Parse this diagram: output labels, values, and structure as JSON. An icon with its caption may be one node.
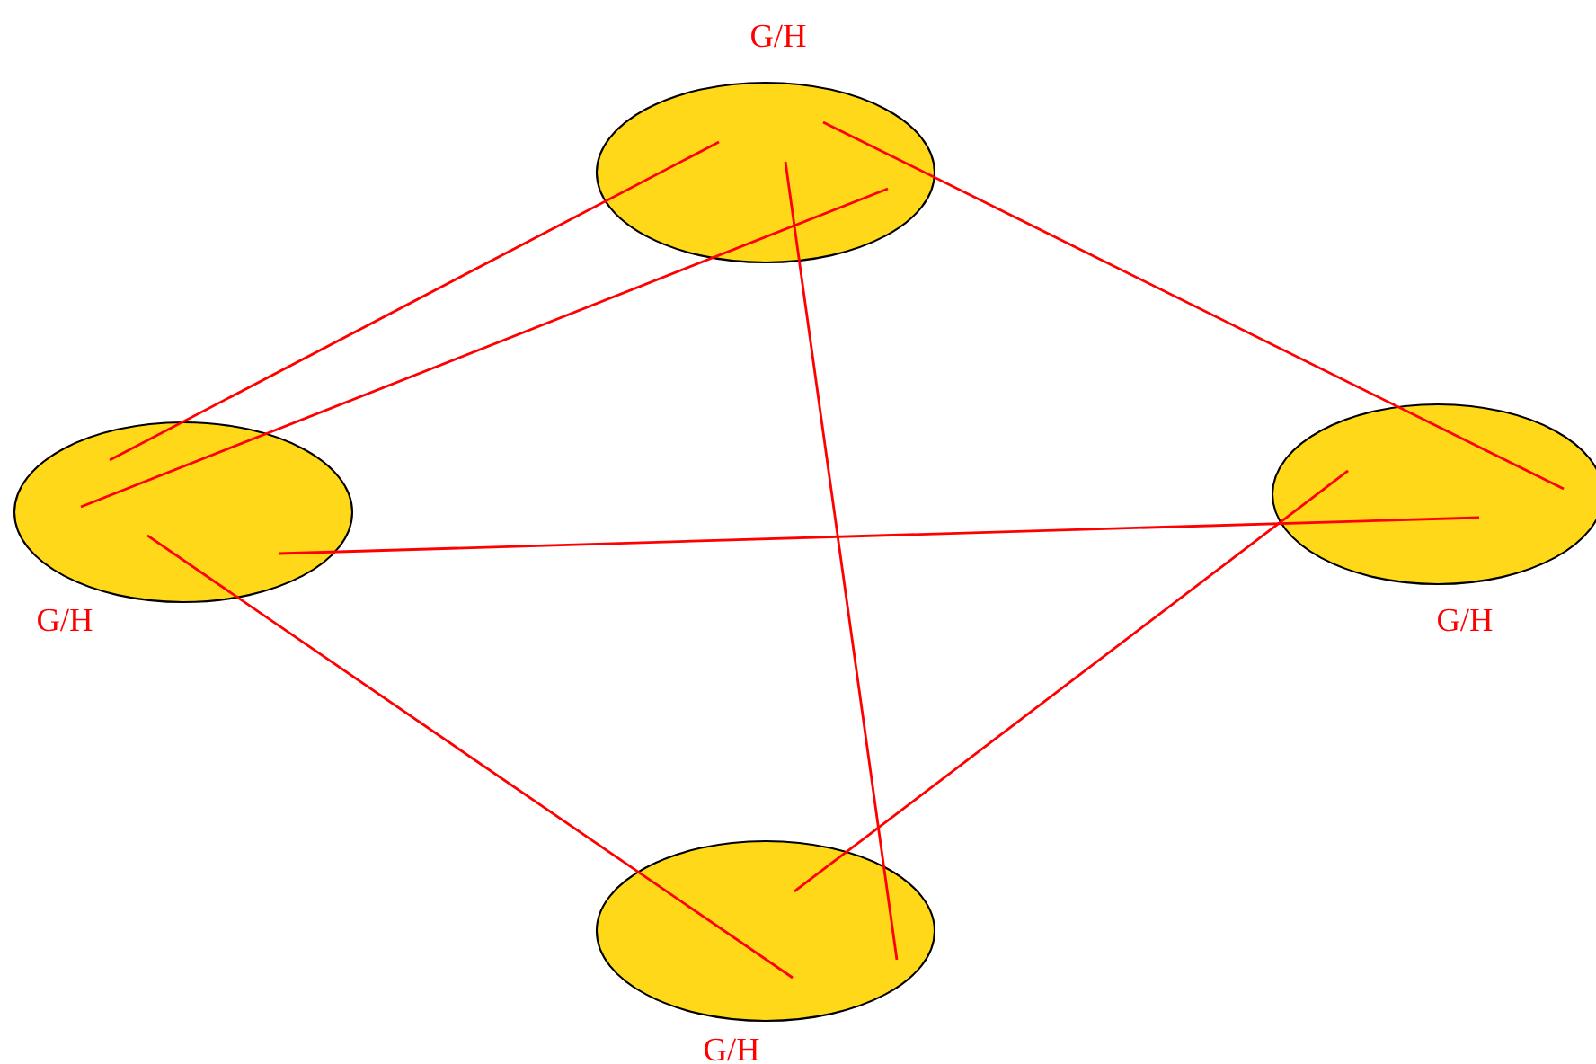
{
  "diagram": {
    "nodes": [
      {
        "text": [],
        "shape": "ellipse",
        "beside": [
          "G/H"
        ]
      },
      {
        "text": [],
        "shape": "ellipse",
        "beside": [
          "G/H"
        ]
      },
      {
        "text": [],
        "shape": "ellipse",
        "beside": [
          "G/H"
        ]
      },
      {
        "text": [],
        "shape": "ellipse",
        "beside": [
          "G/H"
        ]
      }
    ],
    "edges": [
      {
        "from": 0,
        "to": 1,
        "arrow": "none"
      },
      {
        "from": 0,
        "to": 1,
        "arrow": "none"
      },
      {
        "from": 0,
        "to": 2,
        "arrow": "none"
      },
      {
        "from": 0,
        "to": 3,
        "arrow": "none"
      },
      {
        "from": 1,
        "to": 2,
        "arrow": "none"
      },
      {
        "from": 1,
        "to": 3,
        "arrow": "none"
      },
      {
        "from": 2,
        "to": 3,
        "arrow": "none"
      }
    ]
  }
}
